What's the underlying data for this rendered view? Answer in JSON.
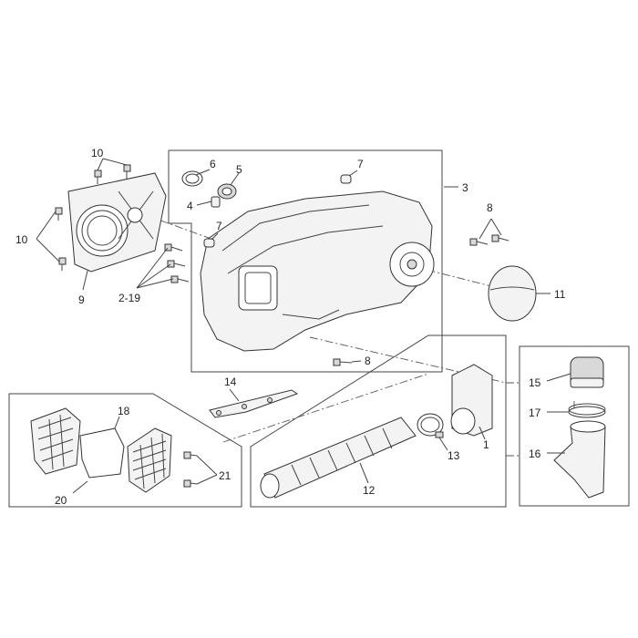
{
  "callouts": {
    "c1": "1",
    "c2_19": "2-19",
    "c3": "3",
    "c4": "4",
    "c5": "5",
    "c6": "6",
    "c7a": "7",
    "c7b": "7",
    "c8a": "8",
    "c8b": "8",
    "c9": "9",
    "c10a": "10",
    "c10b": "10",
    "c11": "11",
    "c12": "12",
    "c13": "13",
    "c14": "14",
    "c15": "15",
    "c16": "16",
    "c17": "17",
    "c18": "18",
    "c20": "20",
    "c21": "21"
  }
}
